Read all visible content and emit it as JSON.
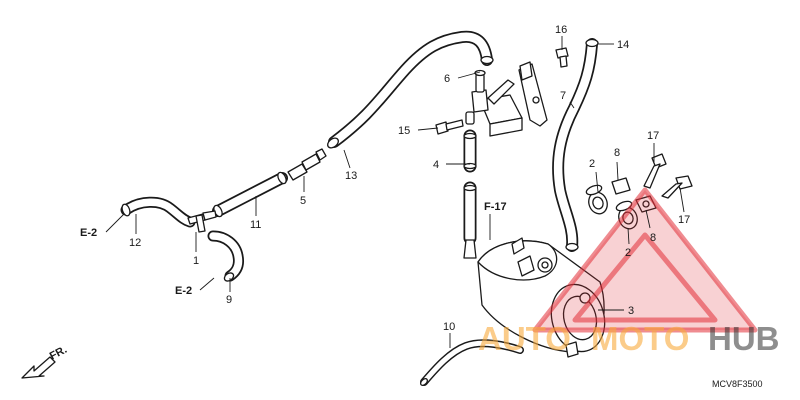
{
  "diagram": {
    "code": "MCV8F3500",
    "direction_label": "FR.",
    "refs": {
      "e2_top": "E-2",
      "e2_bottom": "E-2",
      "f17": "F-17"
    },
    "callouts": {
      "c1": "1",
      "c2a": "2",
      "c2b": "2",
      "c3": "3",
      "c4": "4",
      "c5": "5",
      "c6": "6",
      "c7": "7",
      "c8a": "8",
      "c8b": "8",
      "c9": "9",
      "c10": "10",
      "c11": "11",
      "c12": "12",
      "c13": "13",
      "c14": "14",
      "c15": "15",
      "c16": "16",
      "c17a": "17",
      "c17b": "17"
    }
  },
  "watermark": {
    "part_a": "AUTO",
    "part_b": "MOTO",
    "part_c": "HUB",
    "color_fill": "#e12d37",
    "color_text_a": "#f8aa3c",
    "color_text_b": "#323232"
  }
}
